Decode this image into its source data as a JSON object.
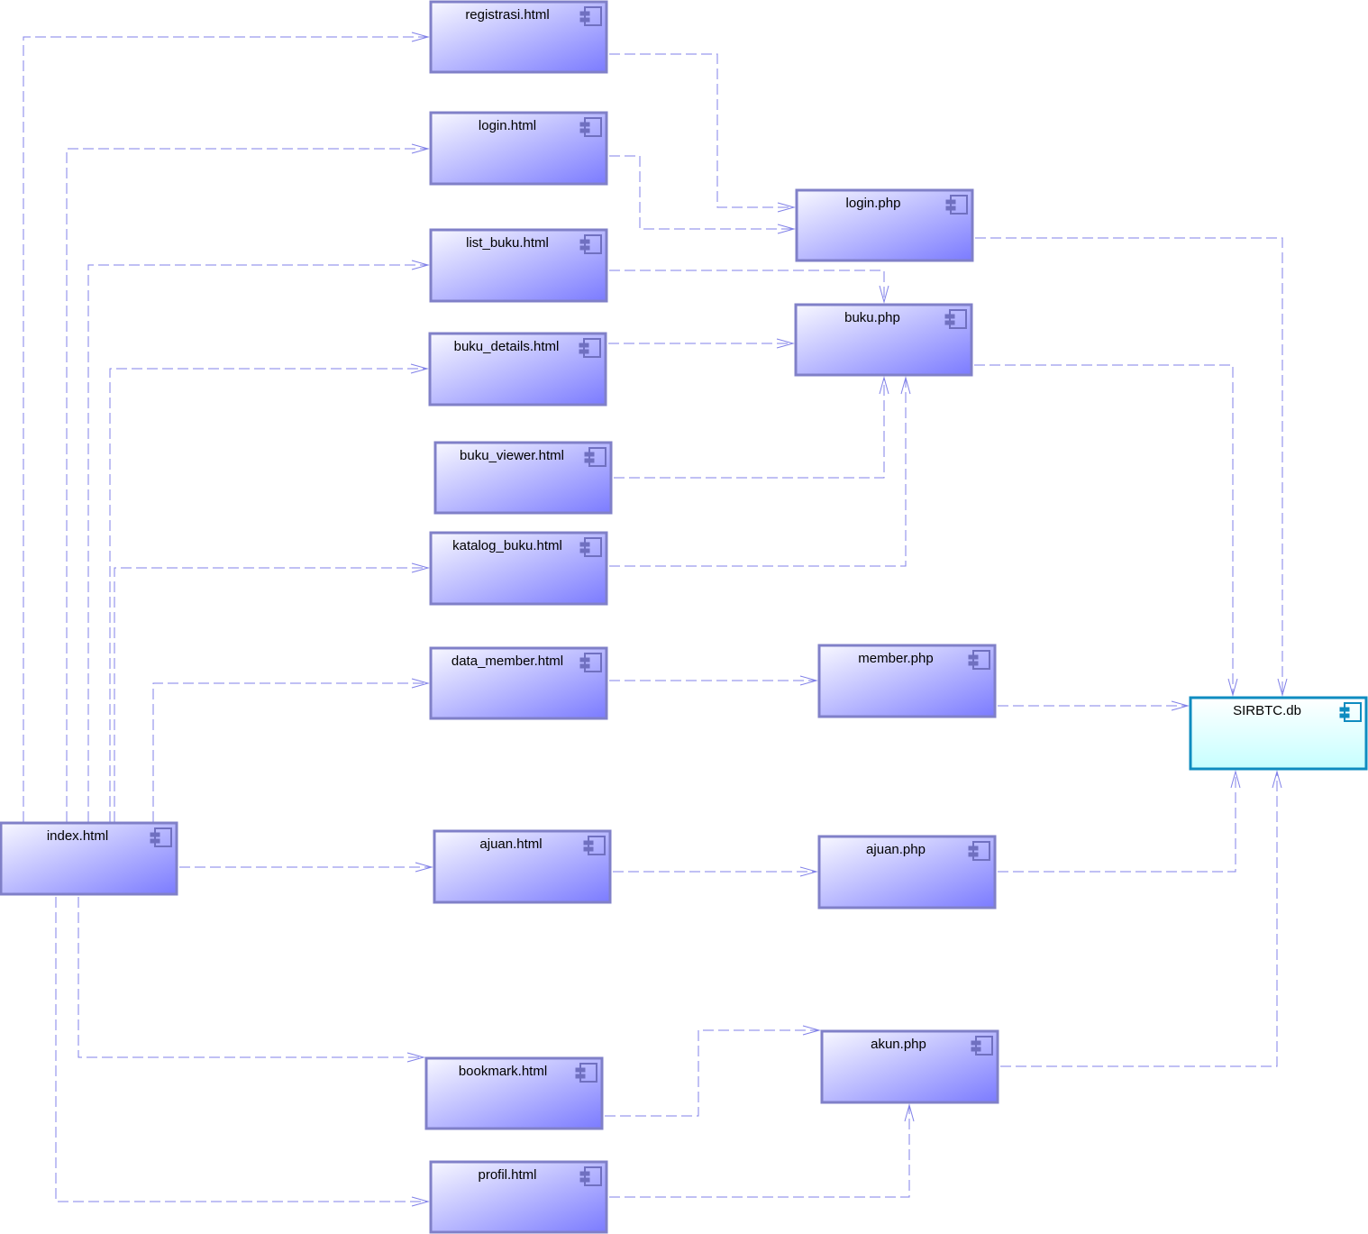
{
  "colors": {
    "component_fill_light": "#f8f8ff",
    "component_fill_dark": "#7b7bff",
    "component_border": "#8080c8",
    "database_fill_light": "#ffffff",
    "database_fill_dark": "#c6ffff",
    "database_border": "#0f8cc0",
    "connector": "#8080e8"
  },
  "components": [
    {
      "id": "registrasi",
      "label": "registrasi.html",
      "kind": "component",
      "icon": "component-icon"
    },
    {
      "id": "login_html",
      "label": "login.html",
      "kind": "component",
      "icon": "component-icon"
    },
    {
      "id": "list_buku",
      "label": "list_buku.html",
      "kind": "component",
      "icon": "component-icon"
    },
    {
      "id": "buku_details",
      "label": "buku_details.html",
      "kind": "component",
      "icon": "component-icon"
    },
    {
      "id": "buku_viewer",
      "label": "buku_viewer.html",
      "kind": "component",
      "icon": "component-icon"
    },
    {
      "id": "katalog_buku",
      "label": "katalog_buku.html",
      "kind": "component",
      "icon": "component-icon"
    },
    {
      "id": "data_member",
      "label": "data_member.html",
      "kind": "component",
      "icon": "component-icon"
    },
    {
      "id": "index",
      "label": "index.html",
      "kind": "component",
      "icon": "component-icon"
    },
    {
      "id": "ajuan_html",
      "label": "ajuan.html",
      "kind": "component",
      "icon": "component-icon"
    },
    {
      "id": "bookmark",
      "label": "bookmark.html",
      "kind": "component",
      "icon": "component-icon"
    },
    {
      "id": "profil",
      "label": "profil.html",
      "kind": "component",
      "icon": "component-icon"
    },
    {
      "id": "login_php",
      "label": "login.php",
      "kind": "component",
      "icon": "component-icon"
    },
    {
      "id": "buku_php",
      "label": "buku.php",
      "kind": "component",
      "icon": "component-icon"
    },
    {
      "id": "member_php",
      "label": "member.php",
      "kind": "component",
      "icon": "component-icon"
    },
    {
      "id": "ajuan_php",
      "label": "ajuan.php",
      "kind": "component",
      "icon": "component-icon"
    },
    {
      "id": "akun_php",
      "label": "akun.php",
      "kind": "component",
      "icon": "component-icon"
    },
    {
      "id": "db",
      "label": "SIRBTC.db",
      "kind": "database",
      "icon": "component-icon"
    }
  ],
  "dependencies": [
    {
      "from": "index",
      "to": "registrasi"
    },
    {
      "from": "index",
      "to": "login_html"
    },
    {
      "from": "index",
      "to": "list_buku"
    },
    {
      "from": "index",
      "to": "buku_details"
    },
    {
      "from": "index",
      "to": "katalog_buku"
    },
    {
      "from": "index",
      "to": "data_member"
    },
    {
      "from": "index",
      "to": "ajuan_html"
    },
    {
      "from": "index",
      "to": "bookmark"
    },
    {
      "from": "index",
      "to": "profil"
    },
    {
      "from": "registrasi",
      "to": "login_php"
    },
    {
      "from": "login_html",
      "to": "login_php"
    },
    {
      "from": "list_buku",
      "to": "buku_php"
    },
    {
      "from": "buku_details",
      "to": "buku_php"
    },
    {
      "from": "buku_viewer",
      "to": "buku_php"
    },
    {
      "from": "katalog_buku",
      "to": "buku_php"
    },
    {
      "from": "data_member",
      "to": "member_php"
    },
    {
      "from": "ajuan_html",
      "to": "ajuan_php"
    },
    {
      "from": "bookmark",
      "to": "akun_php"
    },
    {
      "from": "profil",
      "to": "akun_php"
    },
    {
      "from": "login_php",
      "to": "db"
    },
    {
      "from": "buku_php",
      "to": "db"
    },
    {
      "from": "member_php",
      "to": "db"
    },
    {
      "from": "ajuan_php",
      "to": "db"
    },
    {
      "from": "akun_php",
      "to": "db"
    }
  ]
}
